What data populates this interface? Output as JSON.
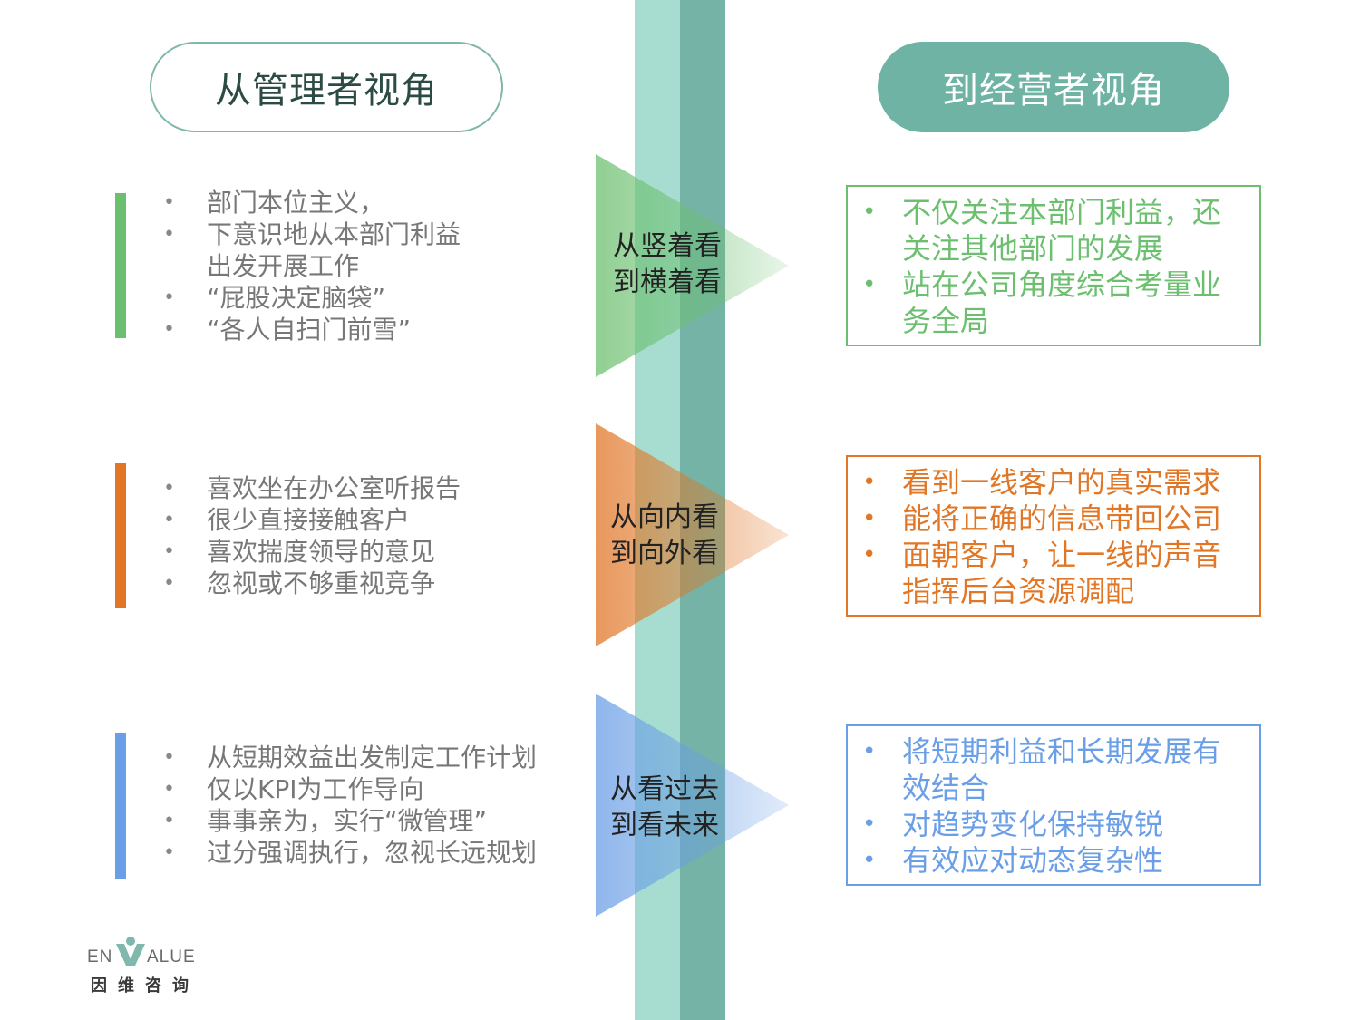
{
  "header": {
    "left_title": "从管理者视角",
    "right_title": "到经营者视角"
  },
  "colors": {
    "green": "#6cbf6f",
    "orange": "#e07626",
    "blue": "#6a9ee6",
    "teal": "#74b3a6",
    "teal_light": "#a7ddd0"
  },
  "sections": [
    {
      "color": "#6cbf6f",
      "left_items": [
        "部门本位主义，",
        "下意识地从本部门利益\n出发开展工作",
        "“屁股决定脑袋”",
        "“各人自扫门前雪”"
      ],
      "label_line1": "从竖着看",
      "label_line2": "到横着看",
      "right_items": [
        "不仅关注本部门利益，还\n关注其他部门的发展",
        "站在公司角度综合考量业\n务全局"
      ]
    },
    {
      "color": "#e07626",
      "left_items": [
        "喜欢坐在办公室听报告",
        "很少直接接触客户",
        "喜欢揣度领导的意见",
        "忽视或不够重视竞争"
      ],
      "label_line1": "从向内看",
      "label_line2": "到向外看",
      "right_items": [
        "看到一线客户的真实需求",
        "能将正确的信息带回公司",
        "面朝客户，让一线的声音\n指挥后台资源调配"
      ]
    },
    {
      "color": "#6a9ee6",
      "left_items": [
        "从短期效益出发制定工作计划",
        "仅以KPI为工作导向",
        "事事亲为，实行“微管理”",
        "过分强调执行，忽视长远规划"
      ],
      "label_line1": "从看过去",
      "label_line2": "到看未来",
      "right_items": [
        "将短期利益和长期发展有\n效结合",
        "对趋势变化保持敏锐",
        "有效应对动态复杂性"
      ]
    }
  ],
  "logo": {
    "brand_en_left": "EN",
    "brand_en_right": "ALUE",
    "brand_cn": "因维咨询"
  }
}
